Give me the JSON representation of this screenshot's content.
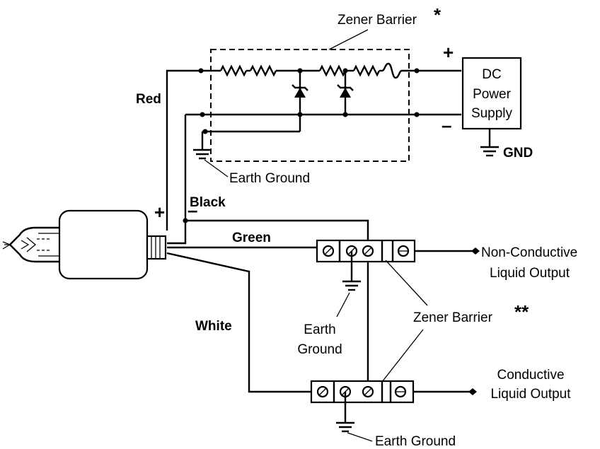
{
  "labels": {
    "zener_barrier_top": "Zener Barrier",
    "zener_top_mark": "*",
    "zener_barrier_bottom": "Zener Barrier",
    "zener_bottom_mark": "**",
    "power_supply_line1": "DC",
    "power_supply_line2": "Power",
    "power_supply_line3": "Supply",
    "plus": "+",
    "minus": "–",
    "gnd": "GND",
    "red": "Red",
    "black": "Black",
    "green": "Green",
    "white": "White",
    "earth_ground": "Earth Ground",
    "earth": "Earth",
    "ground": "Ground",
    "non_conductive_1": "Non-Conductive",
    "non_conductive_2": "Liquid Output",
    "conductive_1": "Conductive",
    "conductive_2": "Liquid Output"
  },
  "colors": {
    "line": "#000000",
    "background": "#ffffff"
  }
}
